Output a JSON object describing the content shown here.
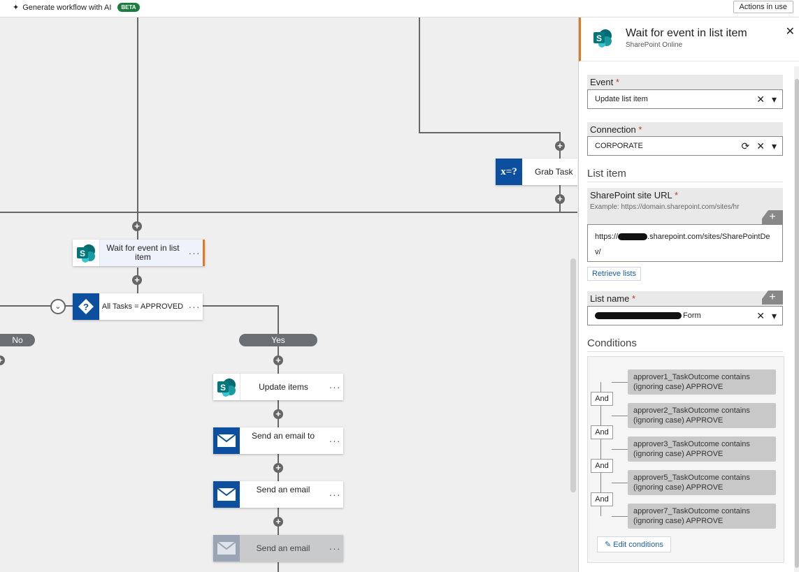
{
  "topbar": {
    "generate_label": "Generate workflow with AI",
    "beta": "BETA",
    "actions_in_use": "Actions in use"
  },
  "canvas": {
    "grab_task_label": "Grab Task",
    "var_icon": "x=?",
    "wait_event_label": "Wait for event in list item",
    "condition_label": "All Tasks = APPROVED",
    "branch_no": "No",
    "branch_yes": "Yes",
    "update_items_label": "Update items",
    "send_email_to_label": "Send an email to",
    "send_email_label": "Send an email",
    "send_email_disabled_label": "Send an email",
    "dots": "···"
  },
  "panel": {
    "title": "Wait for event in list item",
    "subtitle": "SharePoint Online",
    "event_label": "Event",
    "event_value": "Update list item",
    "connection_label": "Connection",
    "connection_value": "CORPORATE",
    "list_item_section": "List item",
    "site_url_label": "SharePoint site URL",
    "site_url_example": "Example: https://domain.sharepoint.com/sites/hr",
    "site_url_prefix": "https://",
    "site_url_suffix": ".sharepoint.com/sites/SharePointDev/",
    "retrieve_lists": "Retrieve lists",
    "list_name_label": "List name",
    "list_name_suffix": "Form",
    "conditions_section": "Conditions",
    "conditions": [
      "approver1_TaskOutcome contains (ignoring case) APPROVE",
      "approver2_TaskOutcome contains (ignoring case) APPROVE",
      "approver3_TaskOutcome contains (ignoring case) APPROVE",
      "approver5_TaskOutcome contains (ignoring case) APPROVE",
      "approver7_TaskOutcome contains (ignoring case) APPROVE"
    ],
    "and_label": "And",
    "edit_conditions": "Edit conditions"
  },
  "colors": {
    "accent_orange": "#e07a1f",
    "sharepoint_teal": "#038387",
    "nintex_blue": "#0d4f9f"
  }
}
